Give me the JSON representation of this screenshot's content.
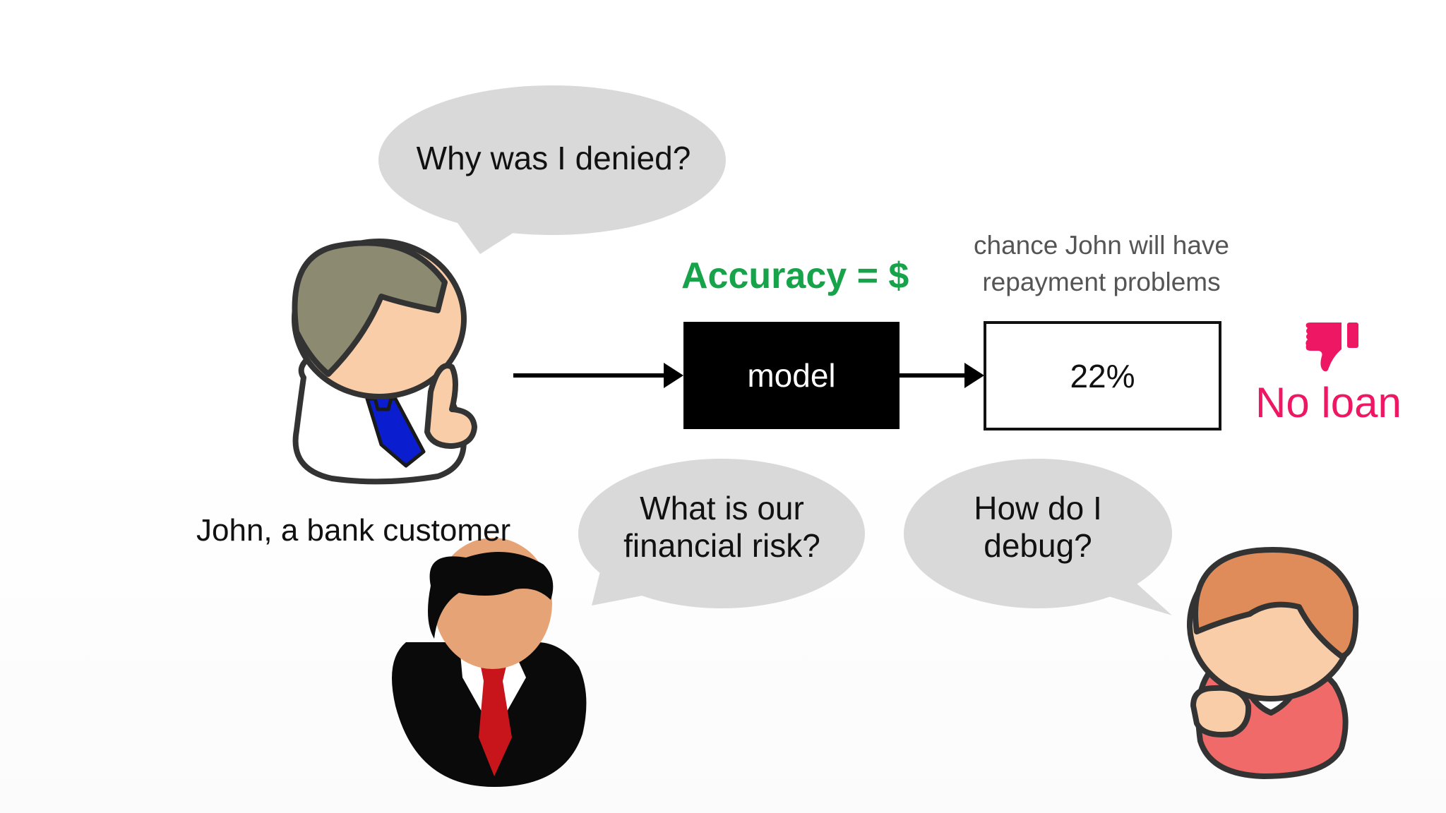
{
  "bubbles": {
    "john": "Why was I denied?",
    "banker": [
      "What is our",
      "financial risk?"
    ],
    "engineer": [
      "How do I",
      "debug?"
    ]
  },
  "labels": {
    "john": "John, a bank customer",
    "accuracy": "Accuracy = $",
    "chance": "chance John will have repayment problems",
    "model": "model",
    "probability": "22%",
    "decision": "No loan"
  },
  "colors": {
    "accent_green": "#16a34a",
    "decision_pink": "#ee1763",
    "muted_text": "#555555",
    "bubble_fill": "#d9d9d9",
    "model_fill": "#000000"
  },
  "icons": {
    "decision": "thumbs-down-icon"
  }
}
